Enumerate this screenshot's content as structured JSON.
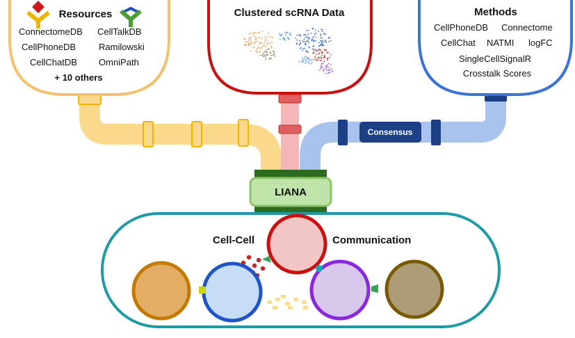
{
  "resources": {
    "title": "Resources",
    "items": [
      "ConnectomeDB",
      "CellTalkDB",
      "CellPhoneDB",
      "Ramilowski",
      "CellChatDB",
      "OmniPath"
    ],
    "more": "+ 10 others",
    "border_color": "#f5c16e",
    "pipe_color": "#fbd98c",
    "connector_color": "#f0b400"
  },
  "data": {
    "title": "Clustered scRNA Data",
    "border_color": "#c91111",
    "pipe_color": "#f4b7b7",
    "connector_color": "#e06060"
  },
  "methods": {
    "title": "Methods",
    "items": [
      "CellPhoneDB",
      "Connectome",
      "CellChat",
      "NATMI",
      "logFC",
      "SingleCellSignalR",
      "Crosstalk Scores"
    ],
    "border_color": "#3b73d6",
    "pipe_color": "#a9c3ef",
    "connector_color": "#1c3f86"
  },
  "consensus": {
    "label": "Consensus"
  },
  "liana": {
    "label": "LIANA",
    "color": "#bfe3a8",
    "dark_color": "#2d6a1e"
  },
  "output": {
    "left_label": "Cell-Cell",
    "right_label": "Communication",
    "border_color": "#1c9aa6"
  },
  "cells": [
    {
      "name": "orange-cell",
      "fill": "#e3ad66",
      "stroke": "#c47a00"
    },
    {
      "name": "blue-cell",
      "fill": "#c7dcf5",
      "stroke": "#1f54c9"
    },
    {
      "name": "red-cell",
      "fill": "#f3c6c6",
      "stroke": "#cc1010"
    },
    {
      "name": "purple-cell",
      "fill": "#d8c8ec",
      "stroke": "#8a28e0"
    },
    {
      "name": "brown-cell",
      "fill": "#ad9c77",
      "stroke": "#7a5a00"
    }
  ]
}
